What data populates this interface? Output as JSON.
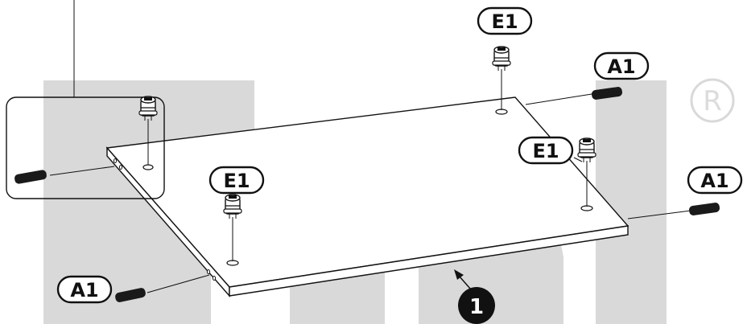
{
  "watermark": {
    "registered_mark": "R",
    "color": "#d9d9d9"
  },
  "callouts": [
    {
      "id": "e1-top",
      "label": "E1",
      "part": "cam-lock"
    },
    {
      "id": "a1-top-right",
      "label": "A1",
      "part": "dowel"
    },
    {
      "id": "e1-right",
      "label": "E1",
      "part": "cam-lock"
    },
    {
      "id": "a1-right",
      "label": "A1",
      "part": "dowel"
    },
    {
      "id": "e1-left",
      "label": "E1",
      "part": "cam-lock"
    },
    {
      "id": "a1-bottom-left",
      "label": "A1",
      "part": "dowel"
    }
  ],
  "panel_number": {
    "label": "1",
    "color": "#111111"
  },
  "colors": {
    "line": "#111111",
    "watermark": "#d9d9d9"
  }
}
